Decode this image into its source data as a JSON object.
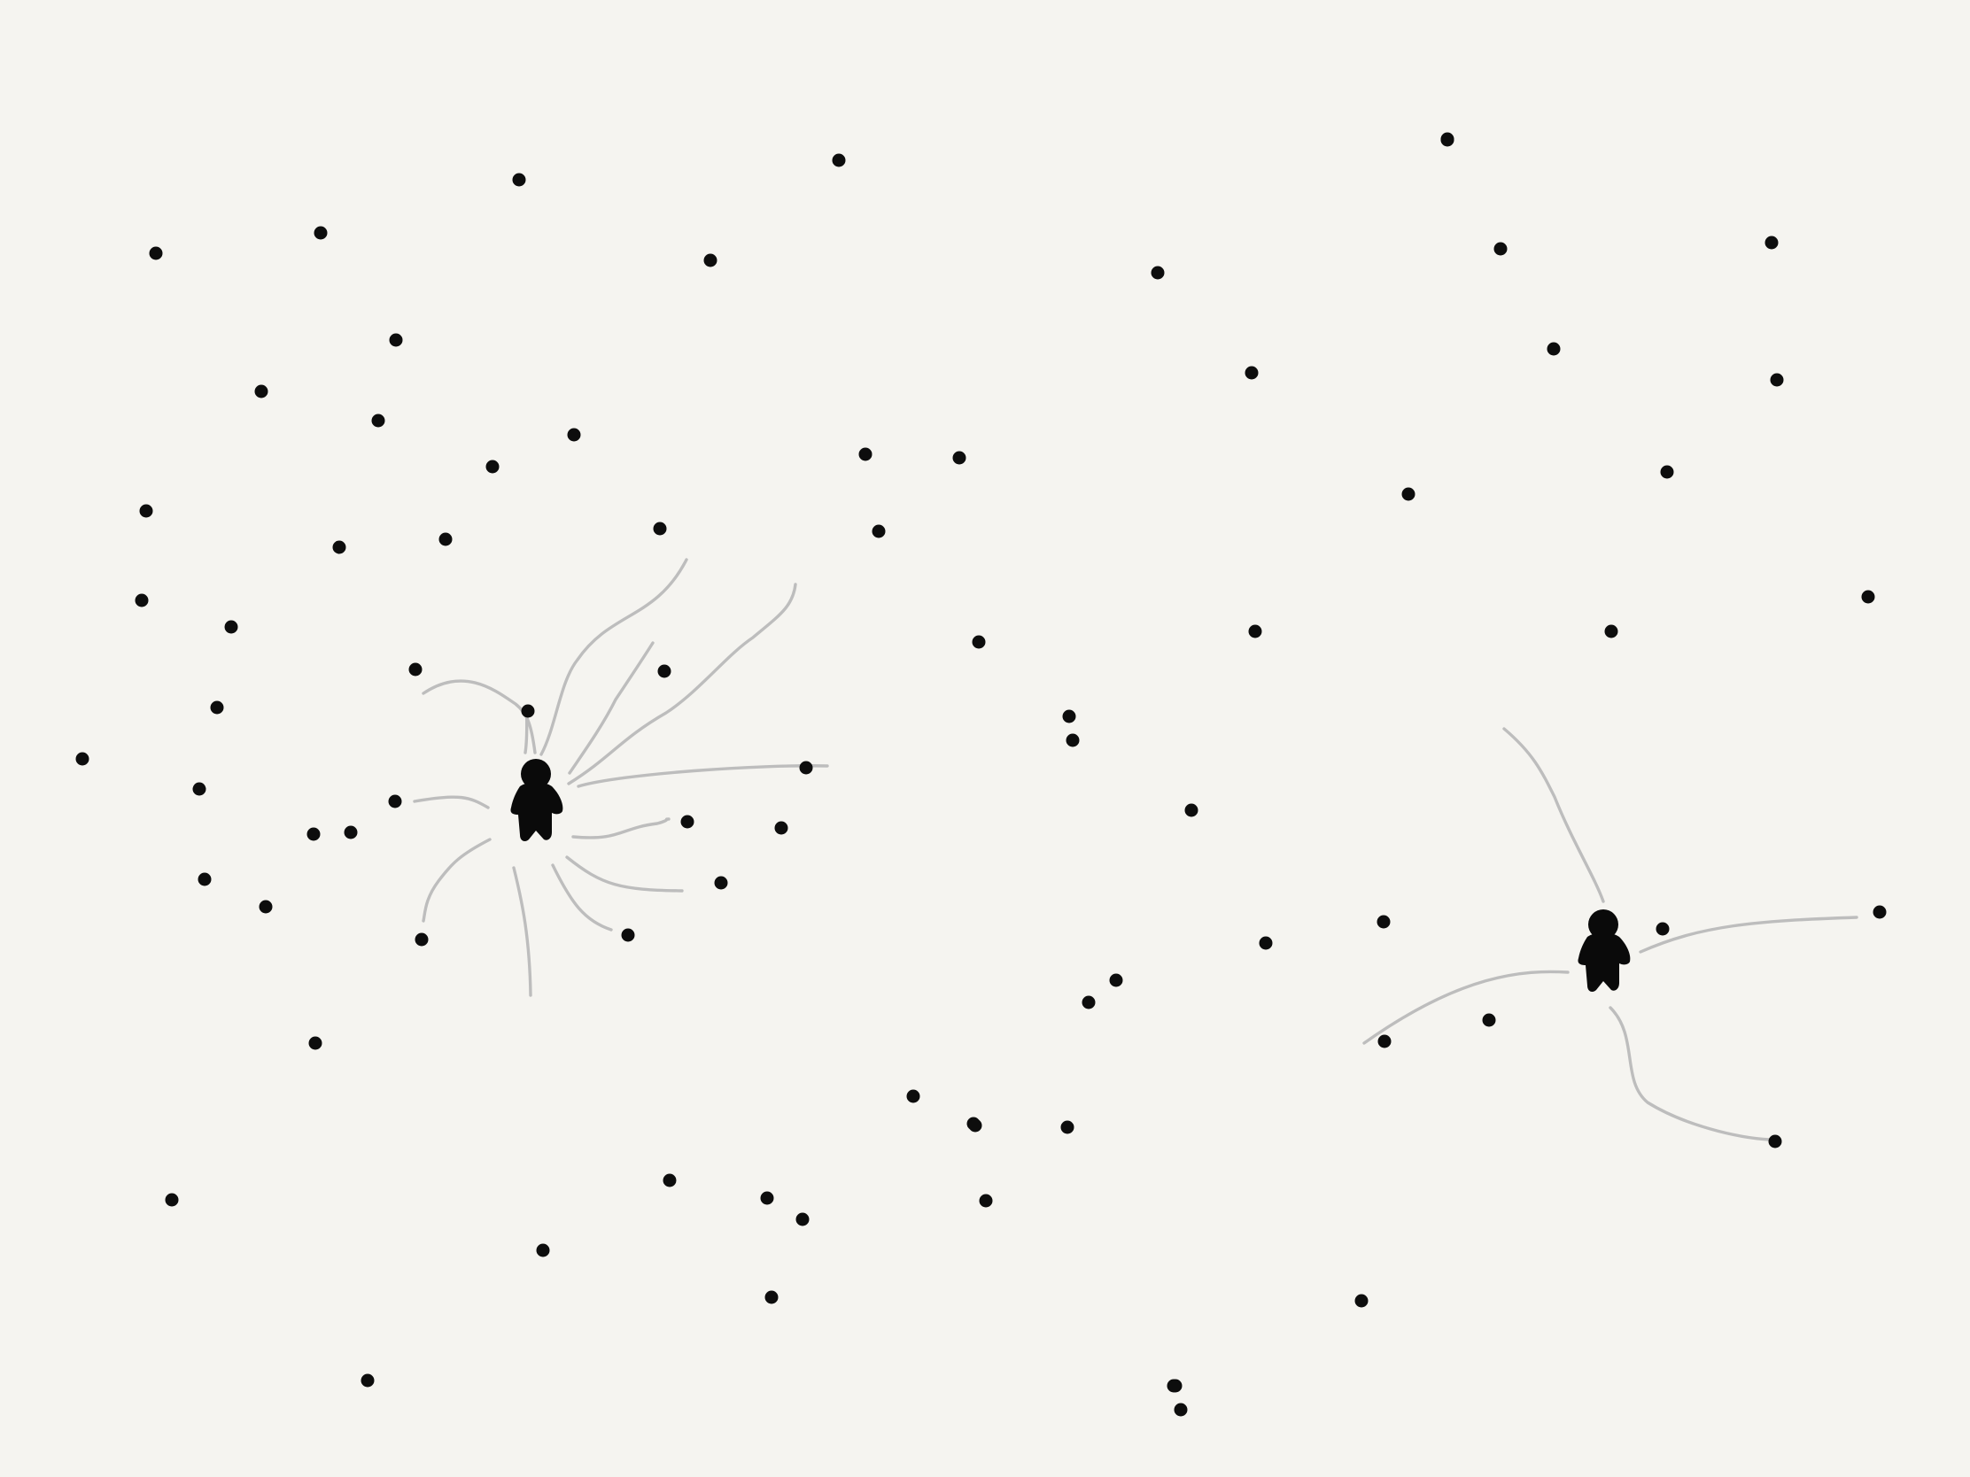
{
  "colors": {
    "background": "#f5f4f0",
    "dot": "#0d0d0d",
    "link": "#bdbdbd",
    "person": "#0a0a0a"
  },
  "figures": [
    {
      "icon": "person-icon",
      "connections": 14
    },
    {
      "icon": "person-icon",
      "connections": 4
    }
  ],
  "dots": {
    "icon": "dot-icon",
    "count": 88
  }
}
